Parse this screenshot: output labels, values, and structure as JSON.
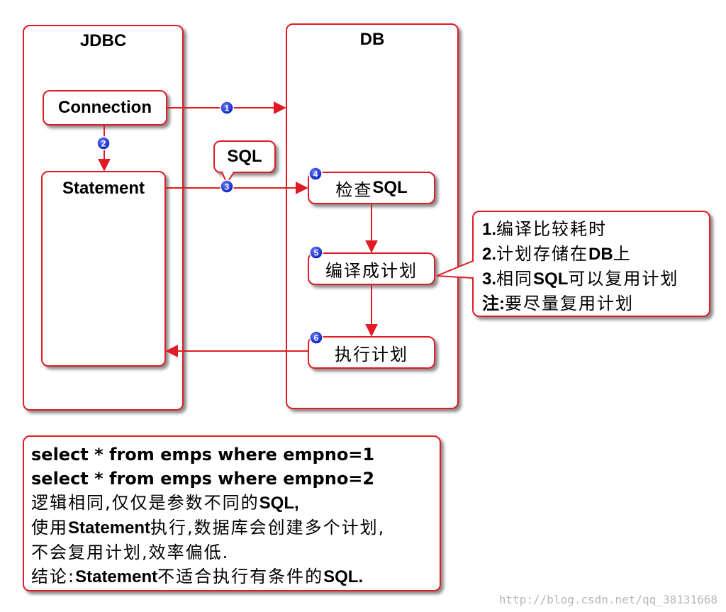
{
  "jdbc": {
    "title": "JDBC",
    "connection": "Connection",
    "statement": "Statement",
    "sql_callout": "SQL"
  },
  "db": {
    "title": "DB",
    "check_prefix": "检查",
    "check_suffix": "SQL",
    "compile": "编译成计划",
    "execute": "执行计划"
  },
  "steps": [
    "1",
    "2",
    "3",
    "4",
    "5",
    "6"
  ],
  "notes": {
    "lines": [
      {
        "prefix": "1.",
        "text": "编译比较耗时"
      },
      {
        "prefix": "2.",
        "text": "计划存储在",
        "bold_mid": "DB",
        "tail": "上"
      },
      {
        "prefix": "3.",
        "text": "相同",
        "bold_mid": "SQL",
        "tail": "可以复用计划"
      },
      {
        "prefix": "注:",
        "text": "要尽量复用计划"
      }
    ]
  },
  "conclusion": {
    "query1": "select * from emps where empno=1",
    "query2": "select * from emps where empno=2",
    "line3_a": "逻辑相同,仅仅是参数不同的",
    "line3_b": "SQL,",
    "line4_a": "使用",
    "line4_b": "Statement",
    "line4_c": "执行,数据库会创建多个计划,",
    "line5": "不会复用计划,效率偏低.",
    "line6_a": "结论:",
    "line6_b": "Statement",
    "line6_c": "不适合执行有条件的",
    "line6_d": "SQL."
  },
  "watermark": "http://blog.csdn.net/qq_38131668",
  "colors": {
    "border": "#e01b24",
    "arrow": "#e01b24",
    "badge": "#1a2fd6"
  }
}
